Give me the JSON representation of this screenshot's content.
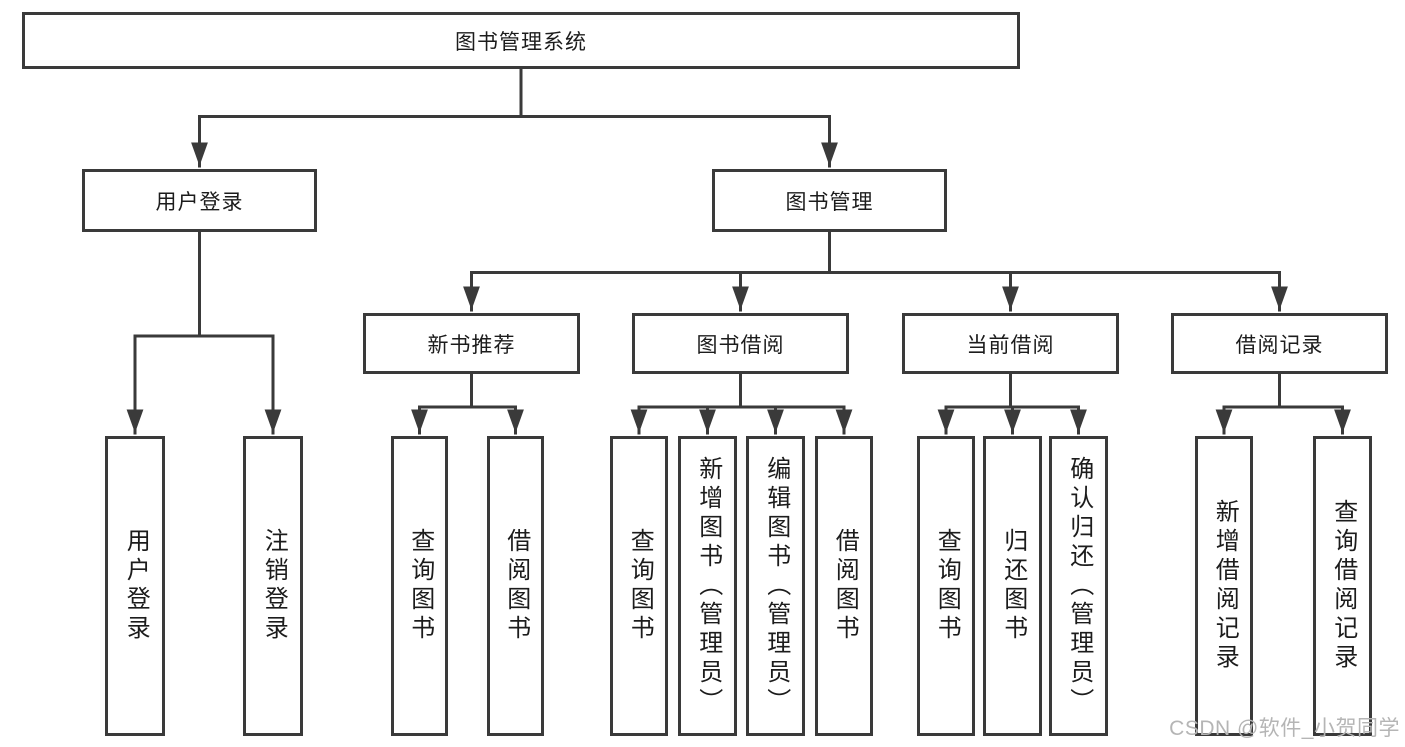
{
  "diagram": {
    "root": {
      "label": "图书管理系统"
    },
    "branches": [
      {
        "label": "用户登录",
        "children": [
          {
            "label": "用户登录"
          },
          {
            "label": "注销登录"
          }
        ]
      },
      {
        "label": "图书管理",
        "children": [
          {
            "label": "新书推荐",
            "children": [
              {
                "label": "查询图书"
              },
              {
                "label": "借阅图书"
              }
            ]
          },
          {
            "label": "图书借阅",
            "children": [
              {
                "label": "查询图书"
              },
              {
                "label": "新增图书（管理员）"
              },
              {
                "label": "编辑图书（管理员）"
              },
              {
                "label": "借阅图书"
              }
            ]
          },
          {
            "label": "当前借阅",
            "children": [
              {
                "label": "查询图书"
              },
              {
                "label": "归还图书"
              },
              {
                "label": "确认归还（管理员）"
              }
            ]
          },
          {
            "label": "借阅记录",
            "children": [
              {
                "label": "新增借阅记录"
              },
              {
                "label": "查询借阅记录"
              }
            ]
          }
        ]
      }
    ]
  },
  "watermark": {
    "text": "CSDN @软件_小贺同学"
  },
  "colors": {
    "line": "#3a3a3a",
    "text": "#1c1c1c",
    "watermark": "#b5b5b5",
    "background": "#ffffff"
  }
}
